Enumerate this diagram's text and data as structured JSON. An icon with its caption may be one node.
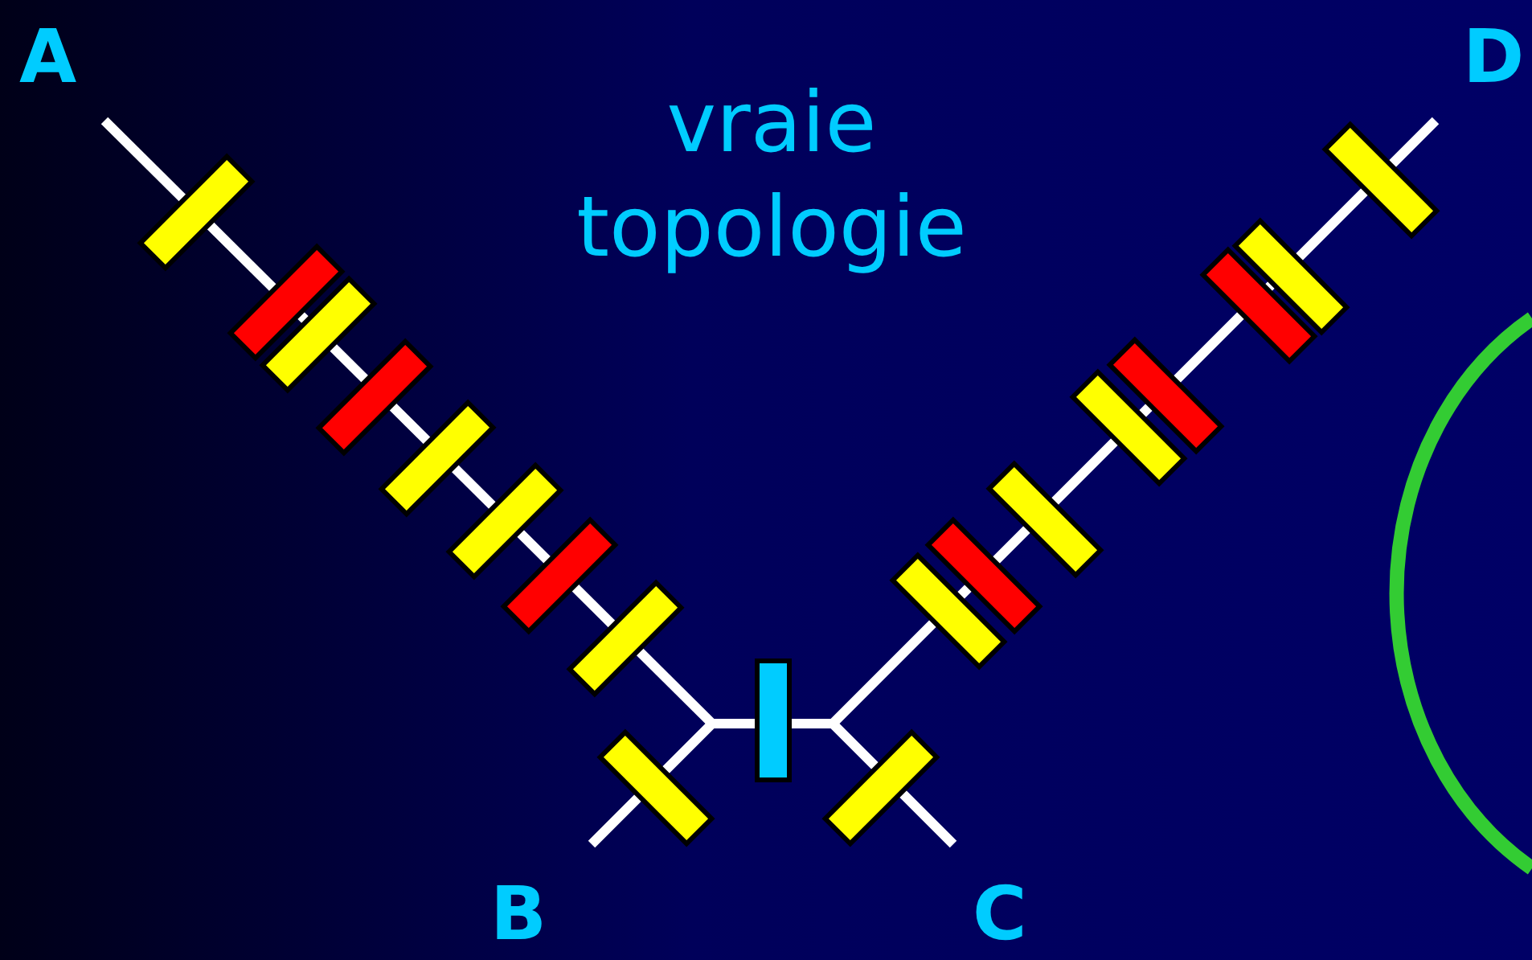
{
  "diagram": {
    "title": "vraie topologie",
    "labels": [
      "A",
      "D",
      "B",
      "C"
    ]
  }
}
